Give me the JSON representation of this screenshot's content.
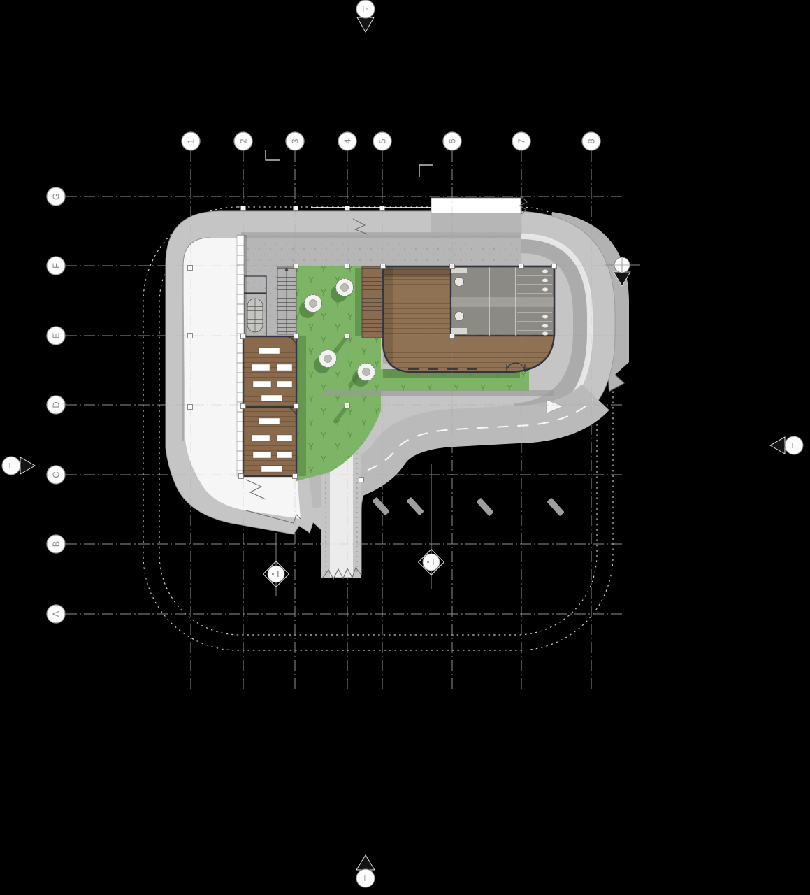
{
  "drawing": {
    "type": "architectural-site-floor-plan",
    "grid": {
      "column_labels": [
        "1",
        "2",
        "3",
        "4",
        "5",
        "6",
        "7",
        "8"
      ],
      "row_labels": [
        "G",
        "F",
        "E",
        "D",
        "C",
        "B",
        "A"
      ]
    },
    "markers": {
      "section_top": "section-cut-marker",
      "section_bottom": "section-cut-marker",
      "section_left": "section-cut-marker",
      "section_right": "section-cut-marker",
      "road_level": "section-cut-marker-on-grid-F",
      "ramp_west": "detail-callout-marker",
      "ramp_east": "detail-callout-marker"
    },
    "areas": {
      "road_loop": "perimeter-road",
      "walkway": "covered-arcade-walkway",
      "canopy": "white-canopy-strip",
      "plaza": "concrete-plaza",
      "lawn": "courtyard-lawn-with-trees",
      "main_hall": "wood-floor-hall",
      "classrooms": "two-classrooms-with-tables",
      "toilets": "sanitary-block",
      "stairs": "stair-flights",
      "elevators": "two-elevators",
      "ramp": "south-descending-ramp"
    },
    "tree_count": 4,
    "parking_tick_count": 4
  },
  "colors": {
    "background": "#000000",
    "road": "#c5c5c5",
    "road_shoulder": "#b2b2b2",
    "walkway": "#f6f6f6",
    "concrete": "#b6b6b6",
    "lawn": "#7db465",
    "lawn_shadow": "#4e7a3e",
    "wood": "#8f7254",
    "wood_dark": "#8a6a4c",
    "deck_steps": "#8a6d50",
    "toilet": "#8c8a84",
    "wall": "#34343e",
    "grid_line": "#8f8f8f",
    "bubble_fill": "#fcfcfc",
    "bubble_stroke": "#9a9a9a",
    "label_text": "#8d8d8d",
    "canopy": "#ffffff",
    "marker_dark": "#141414"
  }
}
